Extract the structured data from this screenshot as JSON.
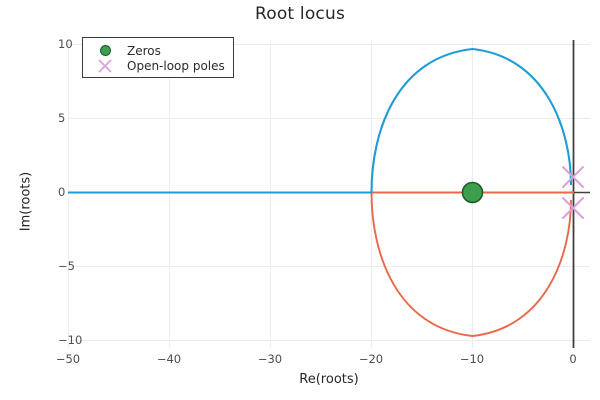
{
  "chart_data": {
    "type": "line",
    "title": "Root locus",
    "xlabel": "Re(roots)",
    "ylabel": "Im(roots)",
    "xlim": [
      -50,
      1.5
    ],
    "ylim": [
      -11,
      11
    ],
    "xticks": [
      -50,
      -40,
      -30,
      -20,
      -10,
      0
    ],
    "xticklabels": [
      "−50",
      "−40",
      "−30",
      "−20",
      "−10",
      "0"
    ],
    "yticks": [
      -10,
      -5,
      0,
      5,
      10
    ],
    "yticklabels": [
      "−10",
      "−5",
      "0",
      "5",
      "10"
    ],
    "grid": true,
    "legend_position": "upper left",
    "series": [
      {
        "name": "branch-upper",
        "color": "#1f9bd8",
        "description": "Real-axis segment from -50 to -20 then circular arc of radius 9.7 about -10 through upper half plane ending near the pole at -0.35+0.7j",
        "points": [
          [
            -50.0,
            0.0
          ],
          [
            -40.0,
            0.0
          ],
          [
            -30.0,
            0.0
          ],
          [
            -22.0,
            0.0
          ],
          [
            -20.2,
            0.0
          ],
          [
            -19.95,
            1.0
          ],
          [
            -19.8,
            2.0
          ],
          [
            -19.5,
            3.0
          ],
          [
            -19.1,
            4.0
          ],
          [
            -18.5,
            5.0
          ],
          [
            -17.8,
            6.0
          ],
          [
            -16.9,
            7.0
          ],
          [
            -15.8,
            8.0
          ],
          [
            -14.3,
            9.0
          ],
          [
            -12.5,
            9.55
          ],
          [
            -10.3,
            9.7
          ],
          [
            -8.2,
            9.55
          ],
          [
            -6.4,
            9.15
          ],
          [
            -4.8,
            8.5
          ],
          [
            -3.5,
            7.6
          ],
          [
            -2.4,
            6.5
          ],
          [
            -1.6,
            5.3
          ],
          [
            -1.0,
            4.0
          ],
          [
            -0.65,
            2.8
          ],
          [
            -0.45,
            1.8
          ],
          [
            -0.36,
            1.0
          ],
          [
            -0.33,
            0.62
          ]
        ]
      },
      {
        "name": "branch-lower",
        "color": "#e8684a",
        "description": "Real-axis segment from -20 to 0 then circular arc of radius 9.7 about -10 through lower half plane ending near the pole at -0.35-0.7j",
        "points": [
          [
            -20.2,
            0.0
          ],
          [
            -15.0,
            0.0
          ],
          [
            -10.0,
            0.0
          ],
          [
            -5.0,
            0.0
          ],
          [
            -0.2,
            0.0
          ],
          [
            -19.95,
            -1.0
          ],
          [
            -19.8,
            -2.0
          ],
          [
            -19.5,
            -3.0
          ],
          [
            -19.1,
            -4.0
          ],
          [
            -18.5,
            -5.0
          ],
          [
            -17.8,
            -6.0
          ],
          [
            -16.9,
            -7.0
          ],
          [
            -15.8,
            -8.0
          ],
          [
            -14.3,
            -9.0
          ],
          [
            -12.5,
            -9.55
          ],
          [
            -10.3,
            -9.7
          ],
          [
            -8.2,
            -9.55
          ],
          [
            -6.4,
            -9.15
          ],
          [
            -4.8,
            -8.5
          ],
          [
            -3.5,
            -7.6
          ],
          [
            -2.4,
            -6.5
          ],
          [
            -1.6,
            -5.3
          ],
          [
            -1.0,
            -4.0
          ],
          [
            -0.65,
            -2.8
          ],
          [
            -0.45,
            -1.8
          ],
          [
            -0.36,
            -1.0
          ],
          [
            -0.33,
            -0.62
          ]
        ]
      }
    ],
    "markers": [
      {
        "name": "Zeros",
        "style": "filled-circle",
        "color": "#3e9e4e",
        "edgecolor": "#1d5c29",
        "points": [
          [
            -10,
            0
          ]
        ]
      },
      {
        "name": "Open-loop poles",
        "style": "x-cross",
        "color": "#dda0dd",
        "points": [
          [
            -0.35,
            0.72
          ],
          [
            -0.35,
            -0.72
          ]
        ]
      }
    ],
    "annotations": [
      {
        "name": "real-axis-line",
        "type": "axhline",
        "value": 0,
        "color": "#404040"
      },
      {
        "name": "imag-axis-line",
        "type": "axvline",
        "value": 0,
        "color": "#404040"
      }
    ]
  },
  "legend": {
    "items": [
      {
        "label": "Zeros",
        "marker": "filled-circle",
        "color": "#3e9e4e"
      },
      {
        "label": "Open-loop poles",
        "marker": "x-cross",
        "color": "#dda0dd"
      }
    ]
  },
  "colors": {
    "background": "#ffffff",
    "grid": "#ededed",
    "tick_text": "#4d4d4d",
    "axis_text": "#262626",
    "branch_upper": "#1f9bd8",
    "branch_lower": "#e8684a",
    "zero_fill": "#3e9e4e",
    "zero_edge": "#1d5c29",
    "pole": "#dda0dd",
    "axis_line": "#404040",
    "legend_border": "#3a3a3a"
  }
}
